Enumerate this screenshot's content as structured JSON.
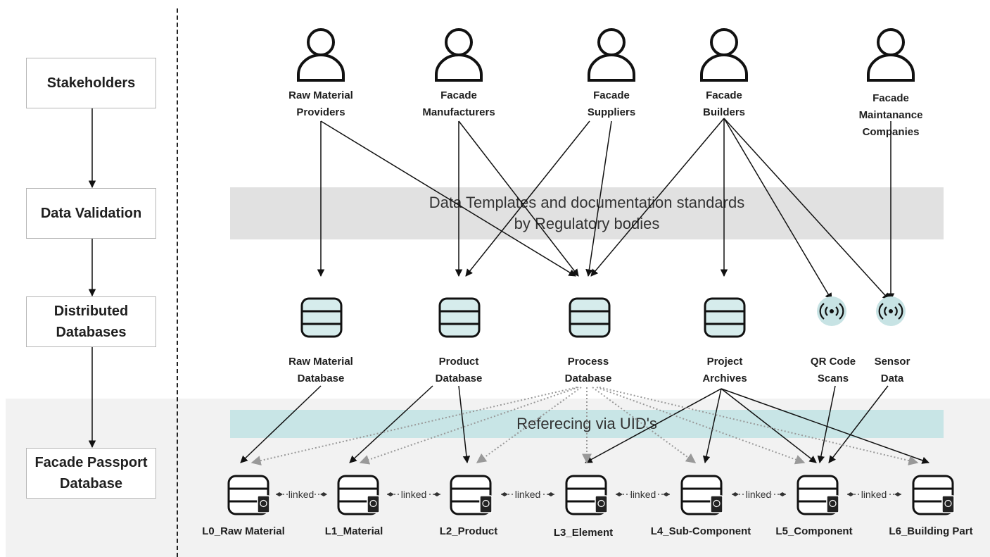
{
  "left_column": {
    "stakeholders": "Stakeholders",
    "data_validation": "Data Validation",
    "distributed_databases": "Distributed\nDatabases",
    "facade_passport_database": "Facade Passport\nDatabase"
  },
  "stakeholders": [
    {
      "label": "Raw Material\nProviders",
      "icon": "person-icon"
    },
    {
      "label": "Facade\nManufacturers",
      "icon": "person-icon"
    },
    {
      "label": "Facade\nSuppliers",
      "icon": "person-icon"
    },
    {
      "label": "Facade\nBuilders",
      "icon": "person-icon"
    },
    {
      "label": "Facade Maintanance\nCompanies",
      "icon": "person-icon"
    }
  ],
  "validation_band": "Data Templates and documentation standards\nby Regulatory bodies",
  "databases": [
    {
      "label": "Raw Material\nDatabase",
      "icon": "database-icon"
    },
    {
      "label": "Product\nDatabase",
      "icon": "database-icon"
    },
    {
      "label": "Process\nDatabase",
      "icon": "database-icon"
    },
    {
      "label": "Project\nArchives",
      "icon": "database-icon"
    },
    {
      "label": "QR Code\nScans",
      "icon": "broadcast-icon"
    },
    {
      "label": "Sensor\nData",
      "icon": "broadcast-icon"
    }
  ],
  "uid_band": "Referecing via UID's",
  "levels": [
    "L0_Raw Material",
    "L1_Material",
    "L2_Product",
    "L3_Element",
    "L4_Sub-Component",
    "L5_Component",
    "L6_Building Part"
  ],
  "link_label": "linked",
  "colors": {
    "db_fill": "#d6ecec",
    "validation_band": "#e1e1e1",
    "uid_band": "#c8e5e6",
    "bottom_band": "#f2f2f2",
    "dotted_arrow": "#9a9a9a"
  }
}
